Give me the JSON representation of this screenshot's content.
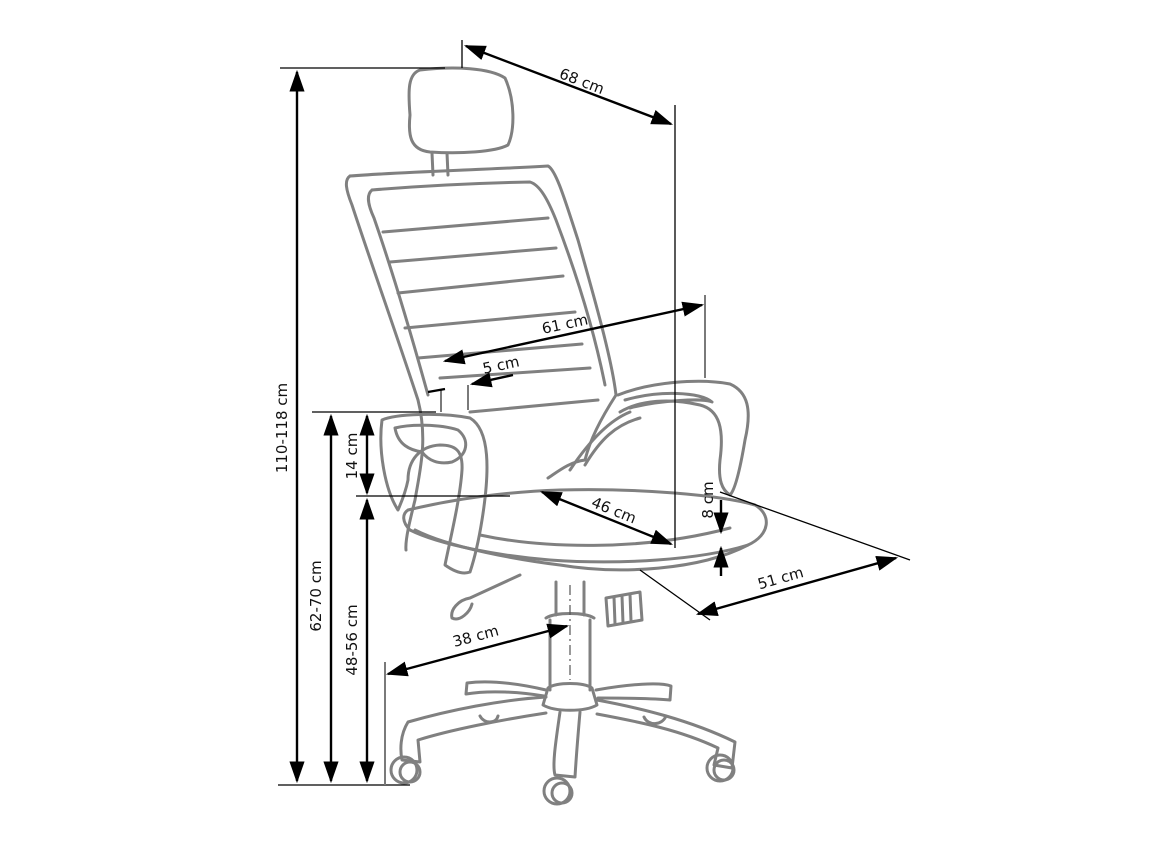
{
  "diagram": {
    "subject": "Office chair with headrest – dimension drawing",
    "colors": {
      "outline": "#808080",
      "dimension": "#000000",
      "background": "#ffffff"
    },
    "dimensions": {
      "total_height": "110-118 cm",
      "depth_total": "68 cm",
      "backrest_height_diag": "61 cm",
      "lumbar_offset": "5 cm",
      "armrest_height": "14 cm",
      "armrest_floor_height": "62-70 cm",
      "seat_height": "48-56 cm",
      "seat_depth": "46 cm",
      "seat_thickness": "8 cm",
      "seat_width": "51 cm",
      "base_radius": "38 cm"
    }
  }
}
